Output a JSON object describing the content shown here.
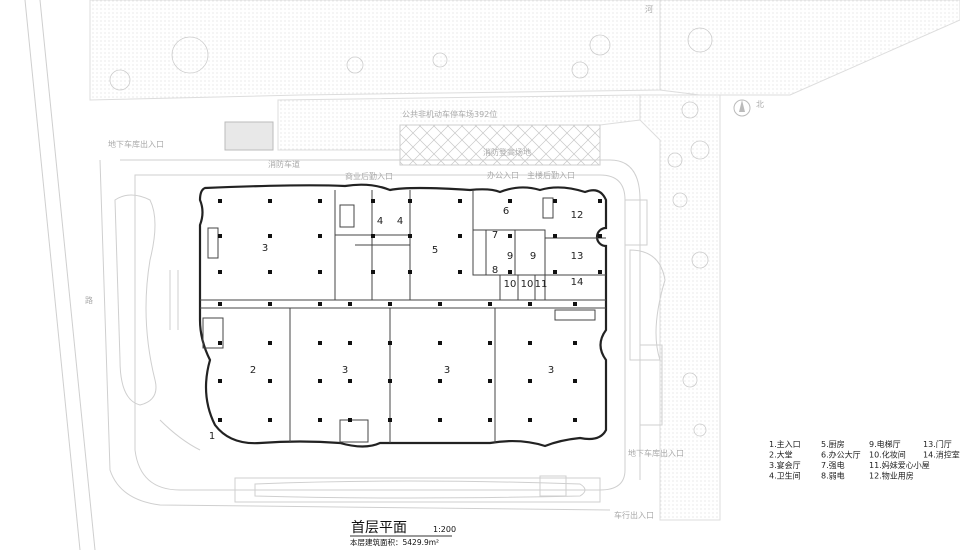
{
  "title": "首层平面",
  "scale": "1:200",
  "area_note": "本层建筑面积：5429.9m²",
  "north_label": "北",
  "site_labels": {
    "river": "河",
    "road": "路",
    "garage_entry_nw": "地下车库出入口",
    "fire_lane": "消防车道",
    "bike_parking": "公共非机动车停车场392位",
    "fire_rescue_area": "消防登高场地",
    "commercial_service_entry": "商业后勤入口",
    "office_entry": "办公入口",
    "main_service_entry": "主楼后勤入口",
    "garage_entry_se": "地下车库出入口",
    "vehicle_entry": "车行出入口"
  },
  "rooms": [
    {
      "num": "3"
    },
    {
      "num": "4"
    },
    {
      "num": "4"
    },
    {
      "num": "5"
    },
    {
      "num": "6"
    },
    {
      "num": "12"
    },
    {
      "num": "7"
    },
    {
      "num": "9"
    },
    {
      "num": "9"
    },
    {
      "num": "8"
    },
    {
      "num": "13"
    },
    {
      "num": "10"
    },
    {
      "num": "10"
    },
    {
      "num": "11"
    },
    {
      "num": "14"
    },
    {
      "num": "2"
    },
    {
      "num": "3"
    },
    {
      "num": "3"
    },
    {
      "num": "3"
    },
    {
      "num": "1"
    }
  ],
  "legend": [
    "1.主入口",
    "2.大堂",
    "3.宴会厅",
    "4.卫生间",
    "5.厨房",
    "6.办公大厅",
    "7.强电",
    "8.弱电",
    "9.电梯厅",
    "10.化妆间",
    "11.妈妹爱心小屋",
    "12.物业用房",
    "13.门厅",
    "14.消控室"
  ],
  "colors": {
    "wall": "#222222",
    "site_line": "#cfcfcf",
    "site_label": "#aaaaaa"
  }
}
